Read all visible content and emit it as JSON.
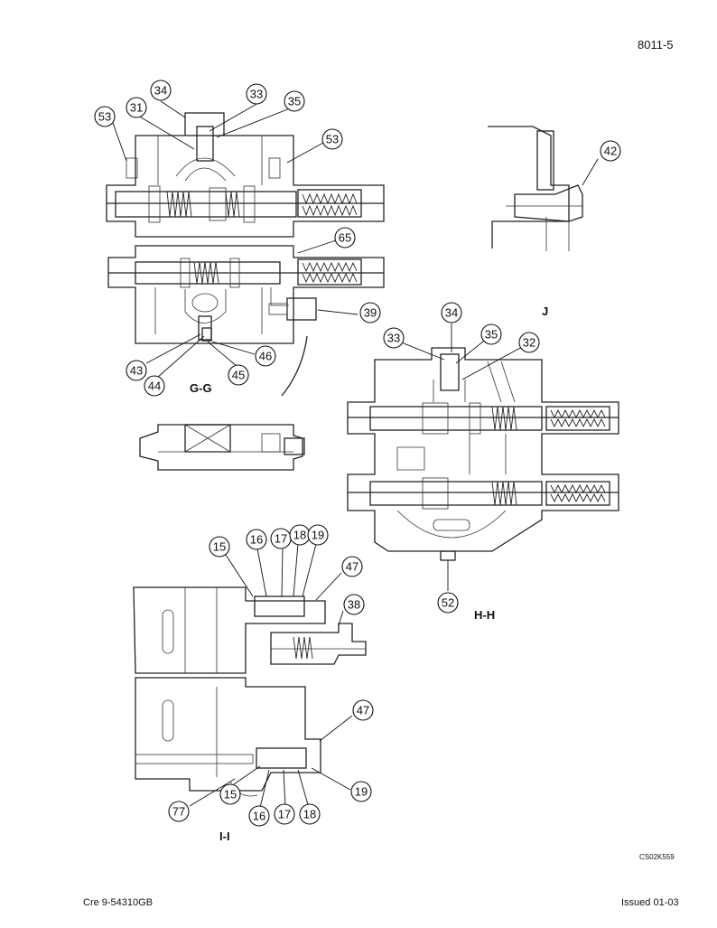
{
  "header": {
    "page_number": "8011-5"
  },
  "footer": {
    "left": "Cre 9-54310GB",
    "right": "Issued 01-03",
    "drawing_code": "CS02K559"
  },
  "section_labels": {
    "gg": "G-G",
    "hh": "H-H",
    "ii": "I-I",
    "j": "J"
  },
  "callouts": {
    "c34a": "34",
    "c33a": "33",
    "c35a": "35",
    "c31": "31",
    "c53a": "53",
    "c53b": "53",
    "c42": "42",
    "c65": "65",
    "c39": "39",
    "c46": "46",
    "c43": "43",
    "c44": "44",
    "c45": "45",
    "c34b": "34",
    "c33b": "33",
    "c35b": "35",
    "c32": "32",
    "c52": "52",
    "c15a": "15",
    "c16a": "16",
    "c17a": "17",
    "c18a": "18",
    "c19a": "19",
    "c47a": "47",
    "c38": "38",
    "c47b": "47",
    "c19b": "19",
    "c77": "77",
    "c15b": "15",
    "c16b": "16",
    "c17b": "17",
    "c18b": "18"
  }
}
